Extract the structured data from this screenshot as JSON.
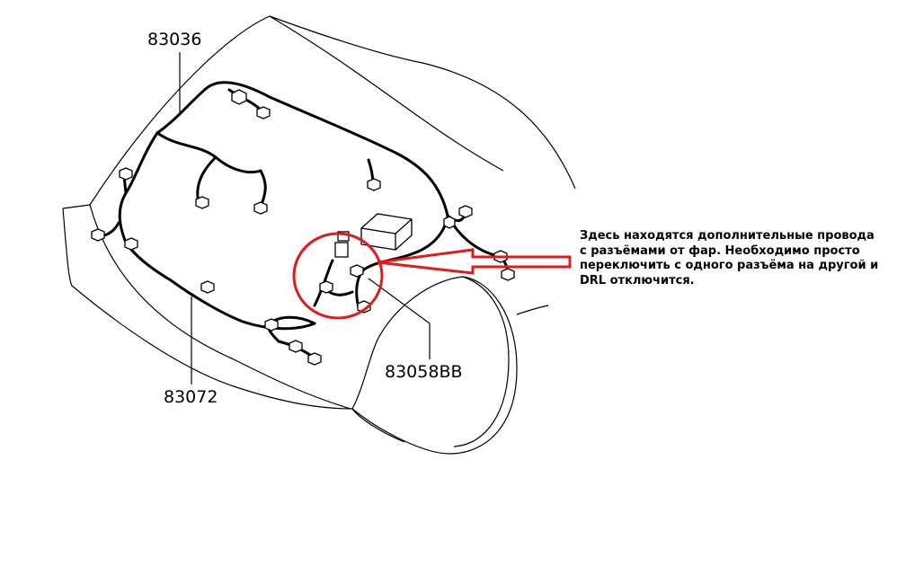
{
  "diagram": {
    "part_numbers": {
      "top": "83036",
      "bottom_left": "83072",
      "bottom_right": "83058BB"
    },
    "annotation": {
      "text": "Здесь находятся дополнительные провода с разъёмами от фар. Необходимо просто переключить с одного разъёма на другой и DRL отключится."
    },
    "colors": {
      "highlight": "#e01b1b",
      "line": "#000000",
      "background": "#ffffff"
    }
  }
}
